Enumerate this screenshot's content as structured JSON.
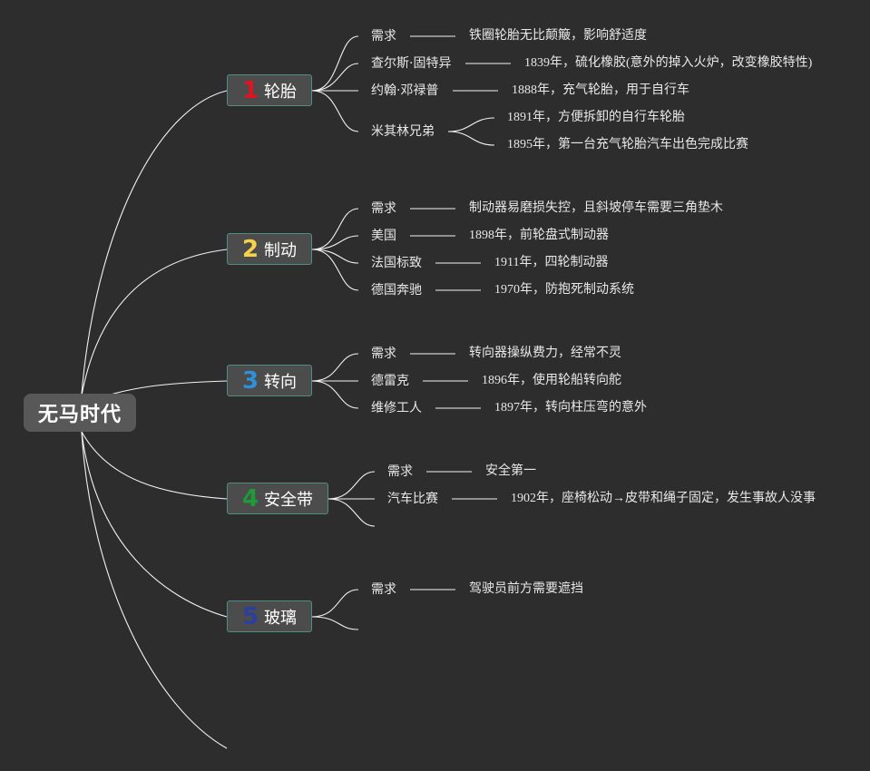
{
  "root": {
    "label": "无马时代"
  },
  "branches": [
    {
      "number": "1",
      "label": "轮胎",
      "number_color": "#e0141e",
      "items": [
        {
          "label": "需求",
          "detail": "铁圈轮胎无比颠簸，影响舒适度"
        },
        {
          "label": "查尔斯·固特异",
          "detail": "1839年，硫化橡胶(意外的掉入火炉，改变橡胶特性)"
        },
        {
          "label": "约翰·邓禄普",
          "detail": "1888年，充气轮胎，用于自行车"
        },
        {
          "label": "米其林兄弟",
          "subs": [
            "1891年，方便拆卸的自行车轮胎",
            "1895年，第一台充气轮胎汽车出色完成比赛"
          ]
        }
      ]
    },
    {
      "number": "2",
      "label": "制动",
      "number_color": "#f6d24a",
      "items": [
        {
          "label": "需求",
          "detail": "制动器易磨损失控，且斜坡停车需要三角垫木"
        },
        {
          "label": "美国",
          "detail": "1898年，前轮盘式制动器"
        },
        {
          "label": "法国标致",
          "detail": "1911年，四轮制动器"
        },
        {
          "label": "德国奔驰",
          "detail": "1970年，防抱死制动系统"
        }
      ]
    },
    {
      "number": "3",
      "label": "转向",
      "number_color": "#2f8fd8",
      "items": [
        {
          "label": "需求",
          "detail": "转向器操纵费力，经常不灵"
        },
        {
          "label": "德雷克",
          "detail": "1896年，使用轮船转向舵"
        },
        {
          "label": "维修工人",
          "detail": "1897年，转向柱压弯的意外"
        }
      ]
    },
    {
      "number": "4",
      "label": "安全带",
      "number_color": "#1f9a3a",
      "items": [
        {
          "label": "需求",
          "detail": "安全第一"
        },
        {
          "label": "汽车比赛",
          "detail": "1902年，座椅松动→皮带和绳子固定，发生事故人没事"
        }
      ]
    },
    {
      "number": "5",
      "label": "玻璃",
      "number_color": "#2a3fa0",
      "items": [
        {
          "label": "需求",
          "detail": "驾驶员前方需要遮挡"
        }
      ]
    }
  ]
}
